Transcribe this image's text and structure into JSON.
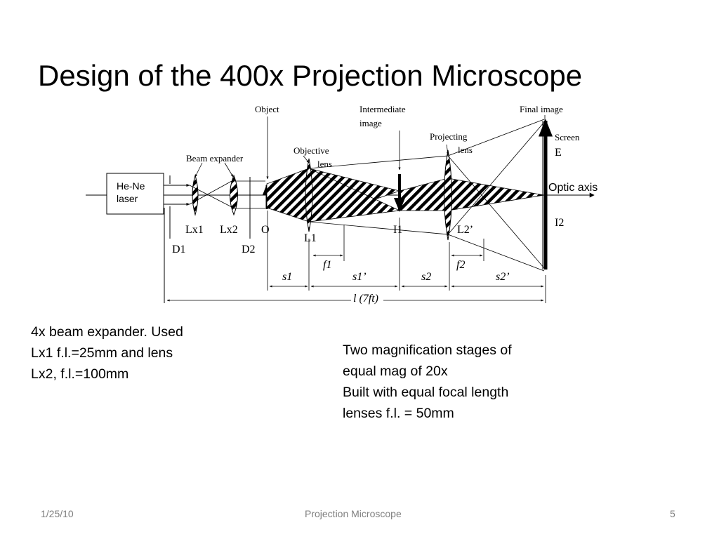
{
  "slide": {
    "title": "Design of the 400x Projection Microscope",
    "notes_left": [
      "4x beam expander.  Used",
      "Lx1 f.l.=25mm and  lens",
      "Lx2, f.l.=100mm"
    ],
    "notes_right": [
      "Two magnification stages of",
      "equal mag of 20x",
      "Built with equal focal length",
      "lenses f.l. = 50mm"
    ],
    "footer": {
      "date": "1/25/10",
      "center": "Projection Microscope",
      "page": "5"
    }
  },
  "diagram": {
    "laser": [
      "He-Ne",
      "laser"
    ],
    "callouts": {
      "object": "Object",
      "intermediate": [
        "Intermediate",
        "image"
      ],
      "final_image": "Final image",
      "screen": "Screen",
      "screen_letter": "E",
      "beam_expander": "Beam expander",
      "objective": [
        "Objective",
        "lens"
      ],
      "projecting": [
        "Projecting",
        "lens"
      ],
      "optic_axis": "Optic axis",
      "i2": "I2"
    },
    "labels": {
      "lx1": "Lx1",
      "lx2": "Lx2",
      "o": "O",
      "l1": "L1",
      "i1": "I1",
      "l2": "L2’",
      "d1": "D1",
      "d2": "D2",
      "f1": "f1",
      "f2": "f2",
      "s1": "s1",
      "s1p": "s1’",
      "s2": "s2",
      "s2p": "s2’",
      "length": "l (7ft)"
    }
  },
  "colors": {
    "ink": "#000000",
    "footer": "#7f7f7f"
  }
}
